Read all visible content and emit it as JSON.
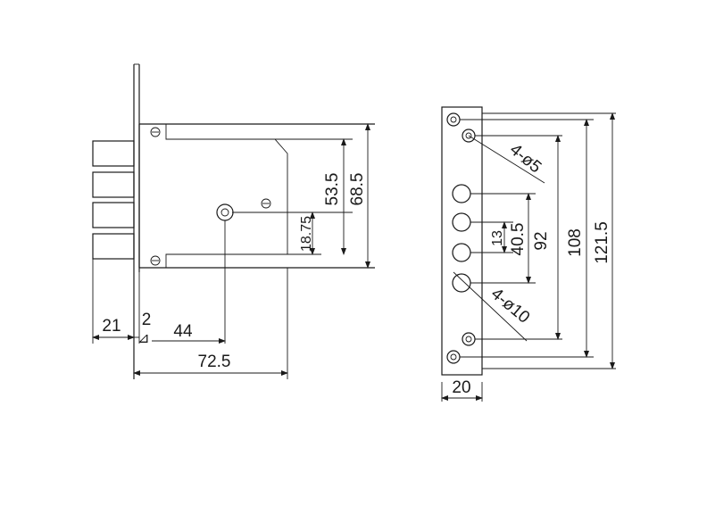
{
  "dimensions": {
    "d_21": "21",
    "d_2": "2",
    "d_44": "44",
    "d_72_5": "72.5",
    "d_53_5": "53.5",
    "d_68_5": "68.5",
    "d_18_75": "18.75",
    "d_20": "20",
    "d_13": "13",
    "d_40_5": "40.5",
    "d_92": "92",
    "d_108": "108",
    "d_121_5": "121.5",
    "d_hole5": "4-ø5",
    "d_hole10": "4-ø10"
  },
  "colors": {
    "line": "#1a1a1a",
    "background": "#ffffff"
  }
}
